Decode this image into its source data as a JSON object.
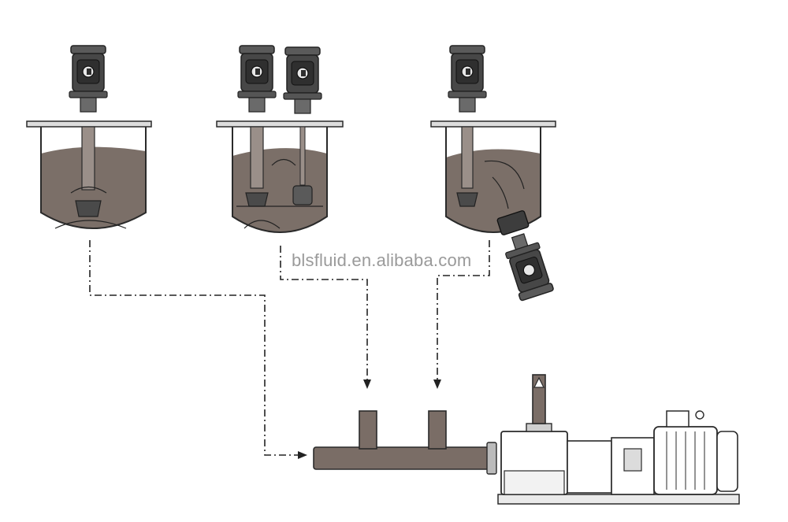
{
  "watermark": "blsfluid.en.alibaba.com",
  "colors": {
    "liquid": "#7b6f68",
    "outline": "#2a2a2a",
    "pipe": "#7a6d66",
    "motor": "#3e3e3e",
    "flow_line": "#222222"
  },
  "tanks": [
    {
      "name": "tank-top-entry-mixer",
      "mixers": [
        "top-entry-shear-mixer"
      ]
    },
    {
      "name": "tank-dual-mixer",
      "mixers": [
        "top-entry-shear-mixer",
        "top-entry-agitator"
      ]
    },
    {
      "name": "tank-bottom-entry-mixer",
      "mixers": [
        "top-entry-shear-mixer",
        "bottom-entry-shear-mixer"
      ]
    }
  ],
  "inline_unit": {
    "parts": [
      "manifold-pipe",
      "inline-homogenizer",
      "coupling",
      "electric-motor",
      "base-frame"
    ]
  }
}
